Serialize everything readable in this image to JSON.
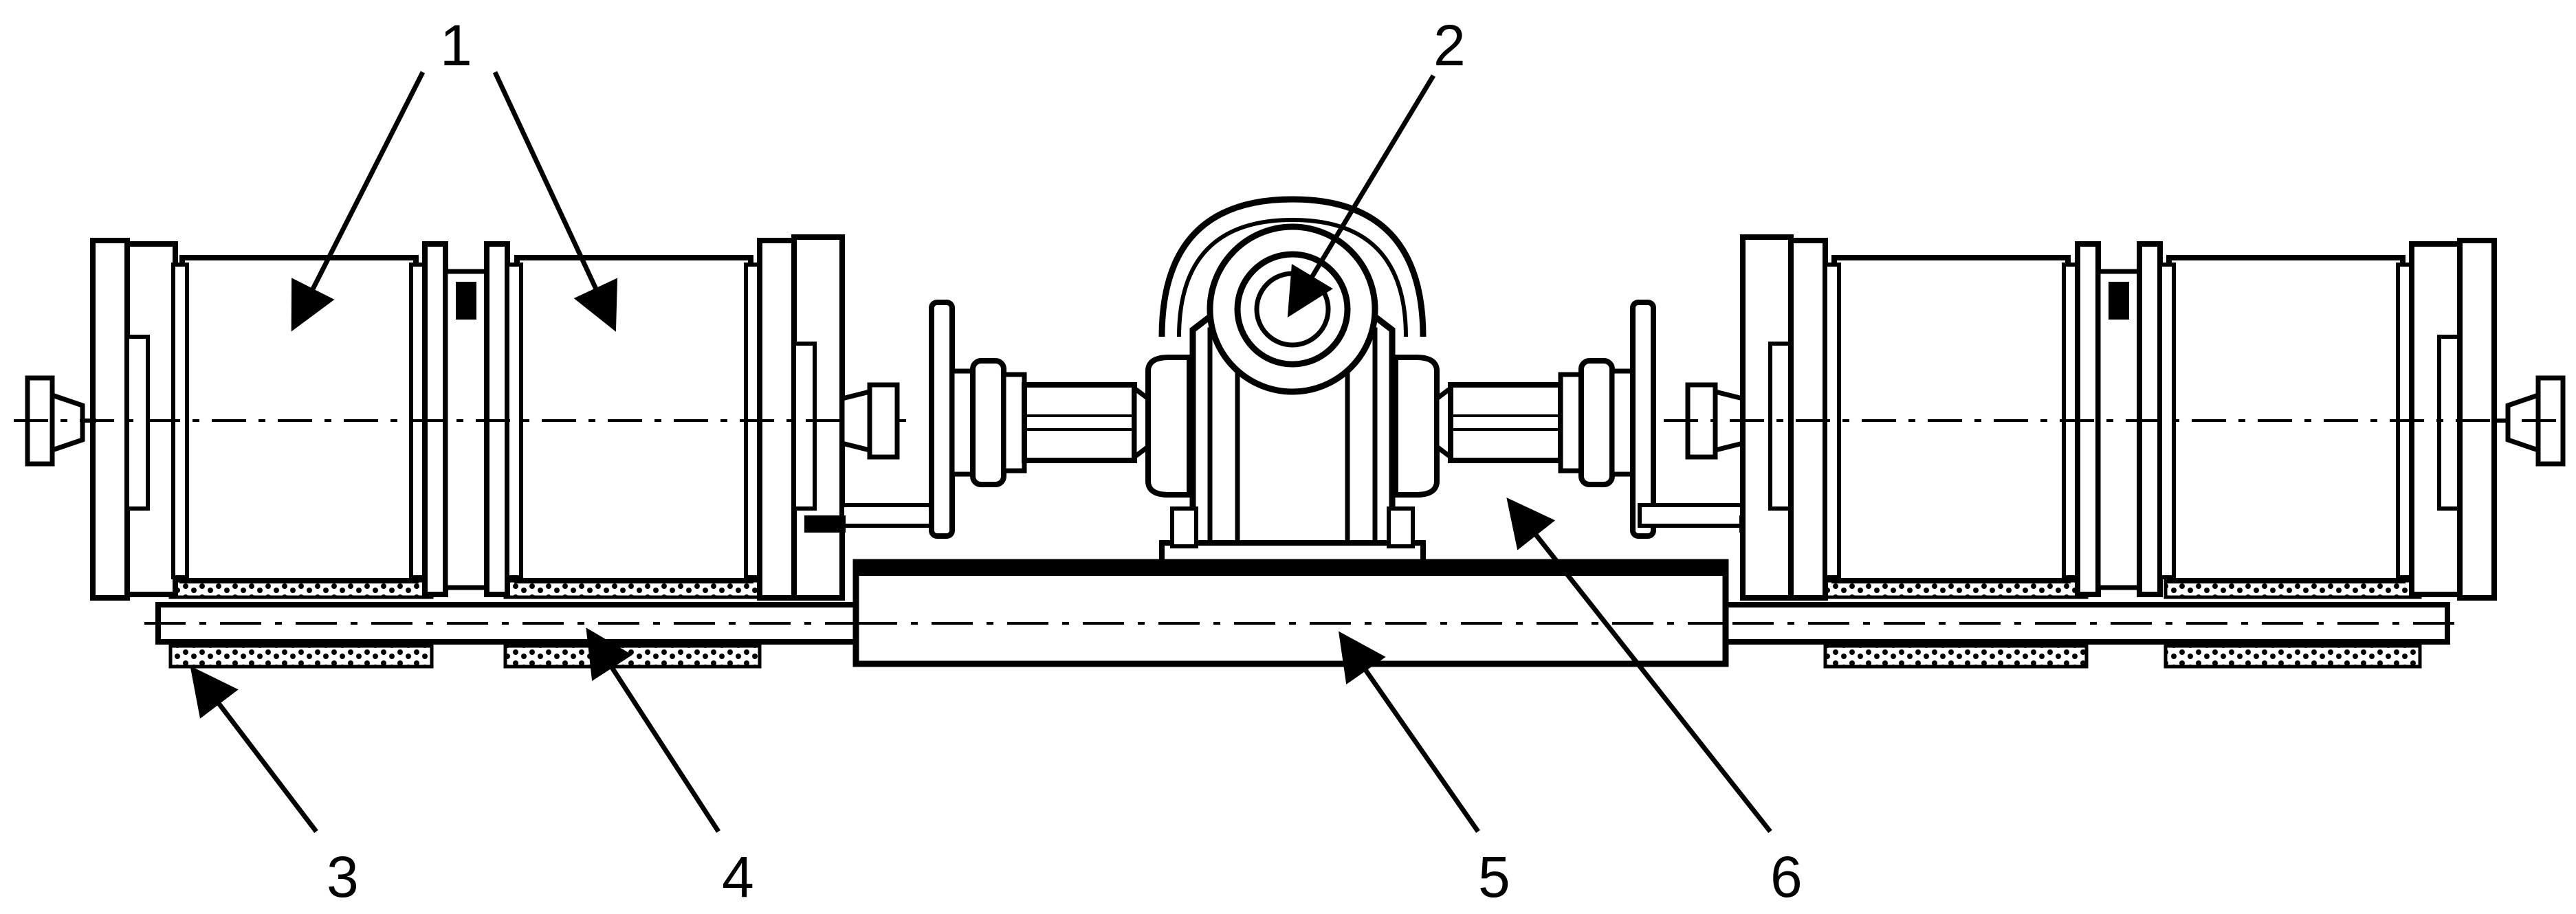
{
  "diagram": {
    "callouts": [
      {
        "id": "label-1",
        "text": "1"
      },
      {
        "id": "label-2",
        "text": "2"
      },
      {
        "id": "label-3",
        "text": "3"
      },
      {
        "id": "label-4",
        "text": "4"
      },
      {
        "id": "label-5",
        "text": "5"
      },
      {
        "id": "label-6",
        "text": "6"
      }
    ],
    "colors": {
      "ink": "#000000",
      "background": "#ffffff"
    }
  }
}
